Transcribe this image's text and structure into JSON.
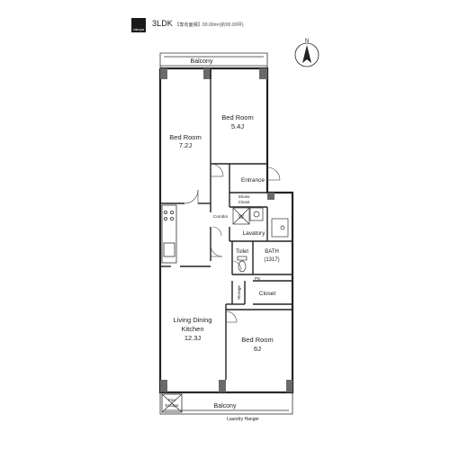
{
  "header": {
    "logo_text": "rakuya",
    "type": "3LDK",
    "detail": "【専有面積】00.00m²(約00.00坪)"
  },
  "compass": {
    "label": "N"
  },
  "rooms": {
    "balcony_top": "Balcony",
    "bedroom_left": {
      "name": "Bed Room",
      "size": "7.2J"
    },
    "bedroom_top_right": {
      "name": "Bed Room",
      "size": "5.4J"
    },
    "entrance": "Entrance",
    "shoes_closet": {
      "line1": "Shoes",
      "line2": "Closet"
    },
    "corridor": "Corridor",
    "washer": "W",
    "lavatory": "Lavatory",
    "toilet": "Toilet",
    "bath": {
      "name": "BATH",
      "size": "(1317)"
    },
    "ps": "PS",
    "storage": "Storage",
    "closet": "Closet",
    "ldk": {
      "line1": "Living Dining",
      "line2": "Kitchen",
      "size": "12.3J"
    },
    "bedroom_bottom": {
      "name": "Bed Room",
      "size": "6J"
    },
    "fire_escape": {
      "line1": "Fire",
      "line2": "Escape"
    },
    "balcony_bottom": "Balcony",
    "laundry_hanger": "Laundry Hanger"
  }
}
